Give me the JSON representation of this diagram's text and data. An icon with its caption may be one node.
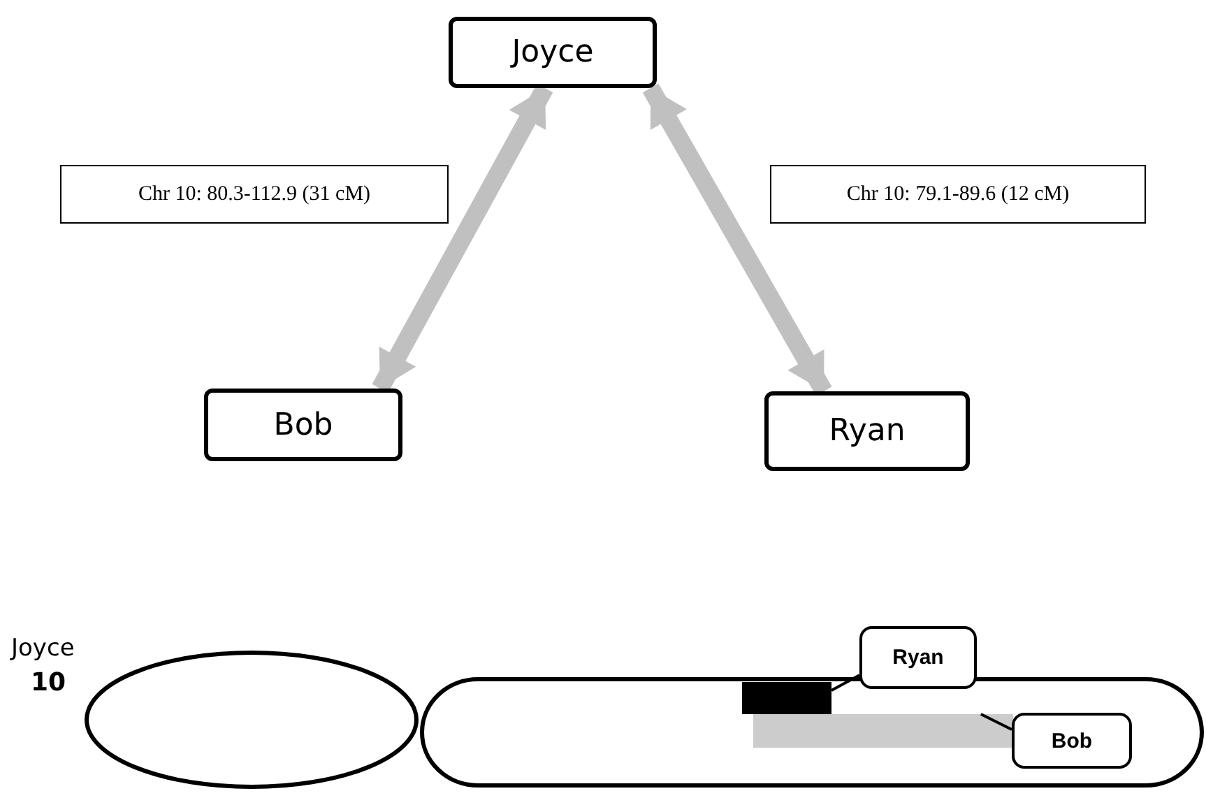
{
  "diagram": {
    "nodes": [
      {
        "text": [
          "Joyce"
        ]
      },
      {
        "text": [
          "Bob"
        ]
      },
      {
        "text": [
          "Ryan"
        ]
      },
      {
        "text": [
          "Chr 10: 80.3-112.9 (31 cM)"
        ]
      },
      {
        "text": [
          "Chr 10: 79.1-89.6 (12 cM)"
        ]
      },
      {
        "text": [
          "Ryan"
        ]
      },
      {
        "text": [
          "Bob"
        ]
      },
      {
        "text": [],
        "shape": "bar"
      },
      {
        "text": [],
        "shape": "bar"
      }
    ],
    "edges": [
      {
        "from": 0,
        "to": 1,
        "arrow": "both",
        "style": "thick",
        "color": "#c0c0c0"
      },
      {
        "from": 0,
        "to": 2,
        "arrow": "both",
        "style": "thick",
        "color": "#c0c0c0"
      },
      {
        "from": 5,
        "to": 7,
        "arrow": "none",
        "color": "#000000"
      },
      {
        "from": 6,
        "to": 8,
        "arrow": "none",
        "color": "#000000"
      }
    ],
    "labels": [
      "Joyce",
      "10"
    ]
  }
}
